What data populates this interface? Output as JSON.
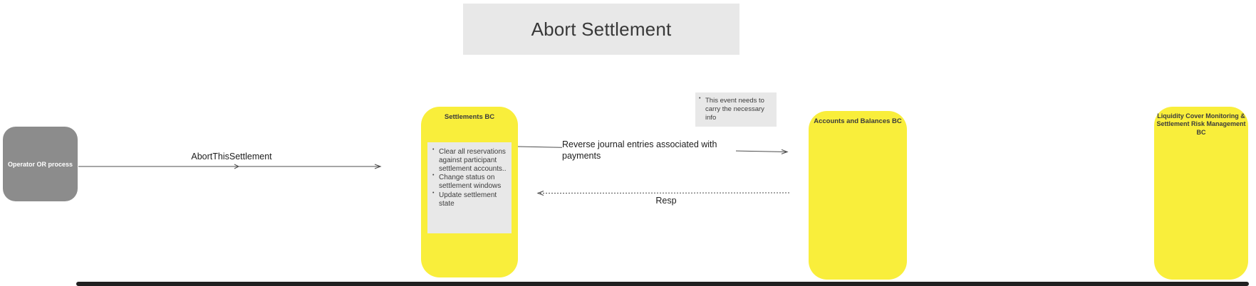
{
  "title": {
    "label": "Abort Settlement"
  },
  "actors": {
    "operator": {
      "label": "Operator OR process"
    },
    "settlements_bc": {
      "label": "Settlements BC",
      "note_items": [
        "Clear all reservations against  participant settlement accounts..",
        "Change status on settlement windows",
        "Update settlement state"
      ]
    },
    "accounts_bc": {
      "label": "Accounts and Balances BC"
    },
    "liquidity_bc": {
      "label": "Liquidity Cover Monitoring &\nSettlement Risk Management\nBC"
    }
  },
  "notes": {
    "event_note_items": [
      "This event needs to carry the necessary info"
    ]
  },
  "messages": {
    "abort": {
      "label": "AbortThisSettlement",
      "style": "solid",
      "direction": "right"
    },
    "reverse": {
      "label": "Reverse journal entries associated with payments",
      "style": "solid",
      "direction": "right"
    },
    "resp": {
      "label": "Resp",
      "style": "dashed",
      "direction": "left"
    }
  },
  "colors": {
    "actor_fill": "#F9EE3B",
    "note_fill": "#E8E8E8",
    "title_fill": "#E8E8E8",
    "operator_fill": "#8C8C8C",
    "arrow_stroke": "#4D4D4D",
    "text_dark": "#3B3B3B"
  }
}
